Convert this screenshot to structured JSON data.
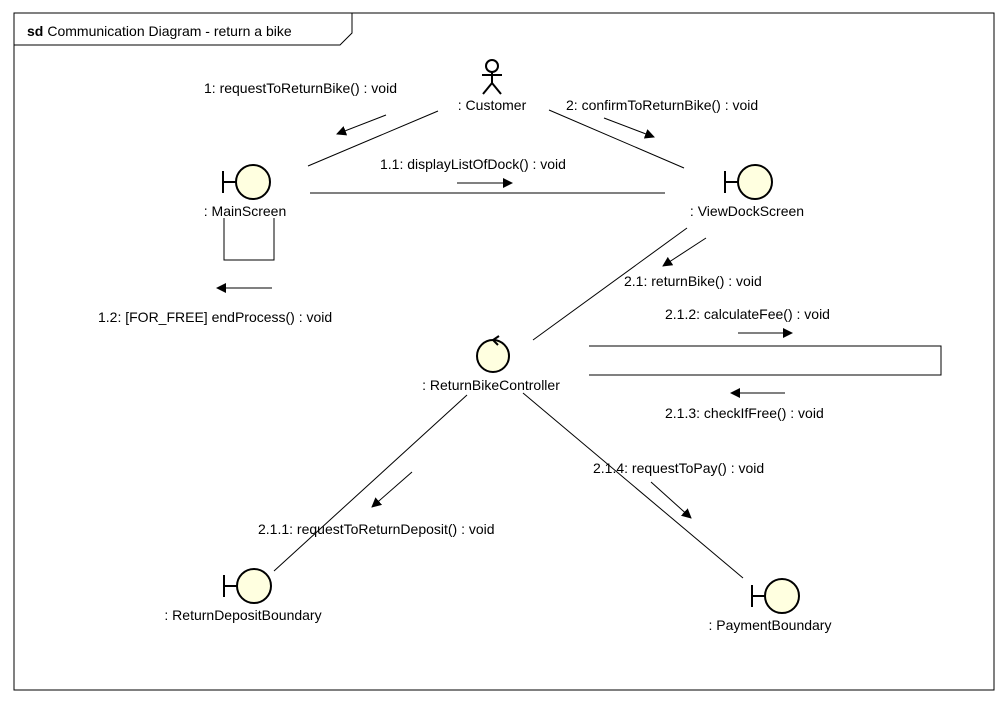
{
  "frame": {
    "keyword": "sd",
    "title": "Communication Diagram - return a bike"
  },
  "colors": {
    "object_fill": "#ffffe0",
    "stroke": "#000000",
    "background": "#ffffff"
  },
  "objects": {
    "customer": {
      "label": ": Customer",
      "kind": "actor",
      "icon": "actor-icon"
    },
    "main_screen": {
      "label": ": MainScreen",
      "kind": "boundary",
      "icon": "boundary-icon"
    },
    "view_dock_screen": {
      "label": ": ViewDockScreen",
      "kind": "boundary",
      "icon": "boundary-icon"
    },
    "return_bike_controller": {
      "label": ": ReturnBikeController",
      "kind": "control",
      "icon": "control-icon"
    },
    "return_deposit_boundary": {
      "label": ": ReturnDepositBoundary",
      "kind": "boundary",
      "icon": "boundary-icon"
    },
    "payment_boundary": {
      "label": ": PaymentBoundary",
      "kind": "boundary",
      "icon": "boundary-icon"
    }
  },
  "messages": {
    "m1": "1: requestToReturnBike() : void",
    "m1_1": "1.1: displayListOfDock() : void",
    "m1_2": "1.2: [FOR_FREE] endProcess() : void",
    "m2": "2: confirmToReturnBike() : void",
    "m2_1": "2.1: returnBike() : void",
    "m2_1_1": "2.1.1: requestToReturnDeposit() : void",
    "m2_1_2": "2.1.2: calculateFee() : void",
    "m2_1_3": "2.1.3: checkIfFree() : void",
    "m2_1_4": "2.1.4: requestToPay() : void"
  }
}
